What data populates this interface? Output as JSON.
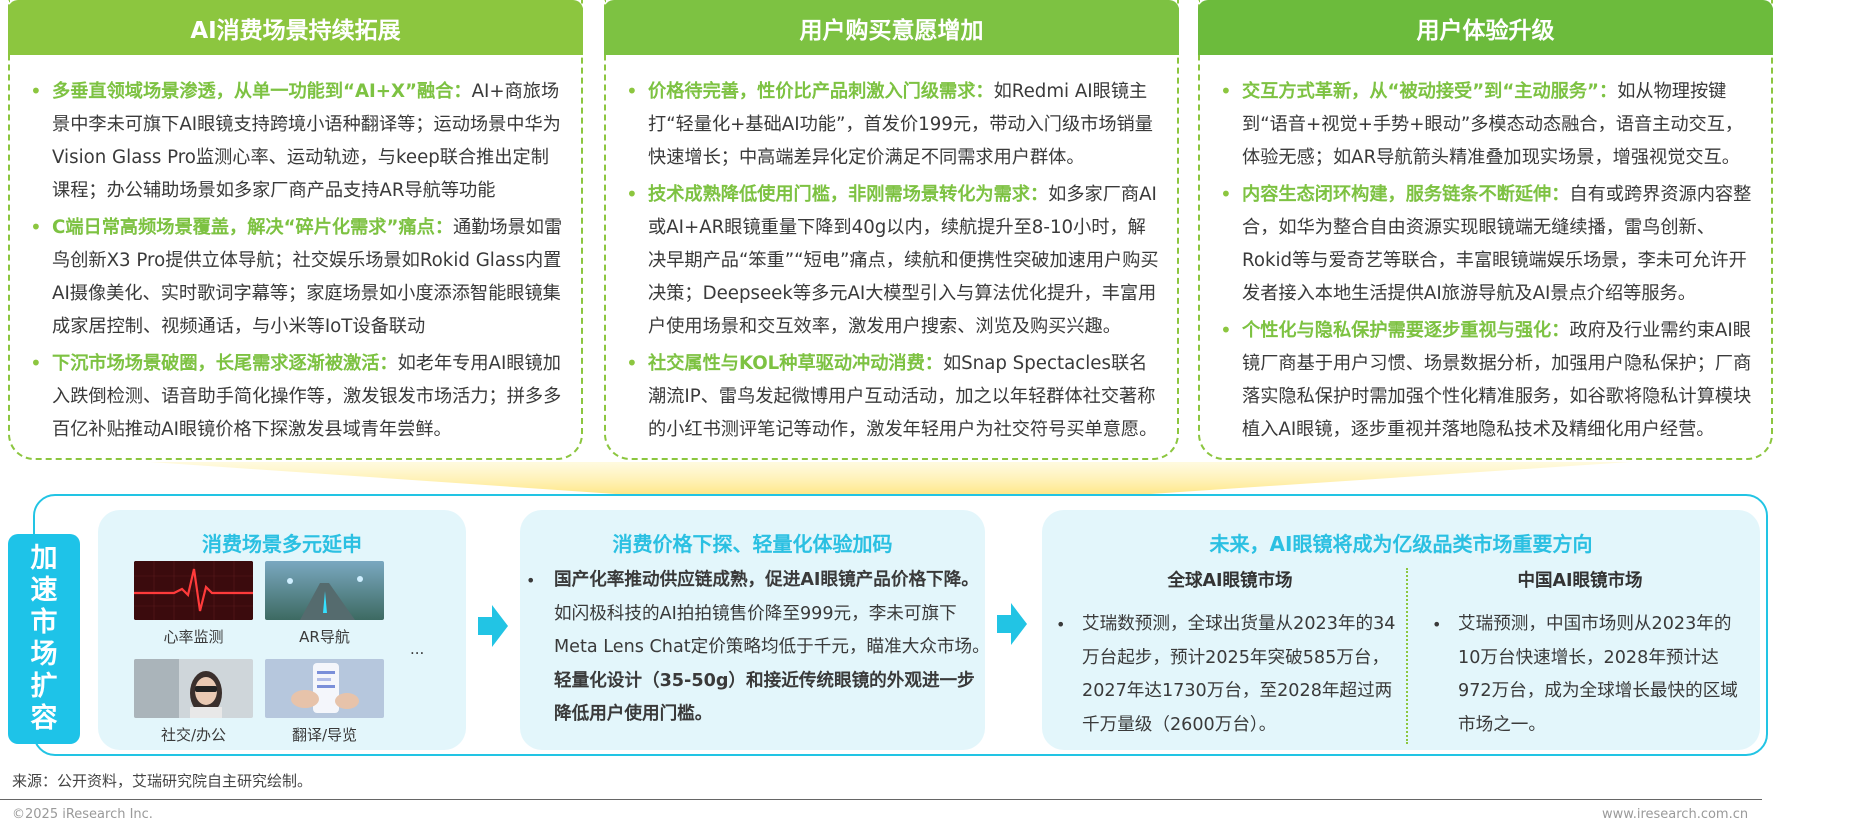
{
  "colors": {
    "green_head": "#8cc63f",
    "cyan": "#22c4e4",
    "highlight": "#7dc242"
  },
  "columns": [
    {
      "title": "AI消费场景持续拓展",
      "bullets": [
        {
          "hl": "多垂直领域场景渗透，从单一功能到“AI+X”融合：",
          "text": "AI+商旅场景中李未可旗下AI眼镜支持跨境小语种翻译等；运动场景中华为Vision Glass Pro监测心率、运动轨迹，与keep联合推出定制课程；办公辅助场景如多家厂商产品支持AR导航等功能"
        },
        {
          "hl": "C端日常高频场景覆盖，解决“碎片化需求”痛点：",
          "text": "通勤场景如雷鸟创新X3 Pro提供立体导航；社交娱乐场景如Rokid Glass内置AI摄像美化、实时歌词字幕等；家庭场景如小度添添智能眼镜集成家居控制、视频通话，与小米等IoT设备联动"
        },
        {
          "hl": "下沉市场场景破圈，长尾需求逐渐被激活：",
          "text": "如老年专用AI眼镜加入跌倒检测、语音助手简化操作等，激发银发市场活力；拼多多百亿补贴推动AI眼镜价格下探激发县域青年尝鲜。"
        }
      ]
    },
    {
      "title": "用户购买意愿增加",
      "bullets": [
        {
          "hl": "价格待完善，性价比产品刺激入门级需求：",
          "text": "如Redmi AI眼镜主打“轻量化+基础AI功能”，首发价199元，带动入门级市场销量快速增长；中高端差异化定价满足不同需求用户群体。"
        },
        {
          "hl": "技术成熟降低使用门槛，非刚需场景转化为需求：",
          "text": "如多家厂商AI或AI+AR眼镜重量下降到40g以内，续航提升至8-10小时，解决早期产品“笨重”“短电”痛点，续航和便携性突破加速用户购买决策；Deepseek等多元AI大模型引入与算法优化提升，丰富用户使用场景和交互效率，激发用户搜索、浏览及购买兴趣。"
        },
        {
          "hl": "社交属性与KOL种草驱动冲动消费：",
          "text": "如Snap Spectacles联名潮流IP、雷鸟发起微博用户互动活动，加之以年轻群体社交著称的小红书测评笔记等动作，激发年轻用户为社交符号买单意愿。"
        }
      ]
    },
    {
      "title": "用户体验升级",
      "bullets": [
        {
          "hl": "交互方式革新，从“被动接受”到“主动服务”：",
          "text": "如从物理按键到“语音+视觉+手势+眼动”多模态动态融合，语音主动交互，体验无感；如AR导航箭头精准叠加现实场景，增强视觉交互。"
        },
        {
          "hl": "内容生态闭环构建，服务链条不断延伸：",
          "text": "自有或跨界资源内容整合，如华为整合自由资源实现眼镜端无缝续播，雷鸟创新、Rokid等与爱奇艺等联合，丰富眼镜端娱乐场景，李未可允许开发者接入本地生活提供AI旅游导航及AI景点介绍等服务。"
        },
        {
          "hl": "个性化与隐私保护需要逐步重视与强化：",
          "text": "政府及行业需约束AI眼镜厂商基于用户习惯、场景数据分析，加强用户隐私保护；厂商落实隐私保护时需加强个性化精准服务，如谷歌将隐私计算模块植入AI眼镜，逐步重视并落地隐私技术及精细化用户经营。"
        }
      ]
    }
  ],
  "side_tab": [
    "加",
    "速",
    "市",
    "场",
    "扩",
    "容"
  ],
  "card1": {
    "title": "消费场景多元延申",
    "thumbs": [
      "心率监测",
      "AR导航",
      "社交/办公",
      "翻译/导览"
    ],
    "more": "..."
  },
  "card2": {
    "title": "消费价格下探、轻量化体验加码",
    "bold1": "国产化率推动供应链成熟，促进AI眼镜产品价格下降。",
    "text1": "如闪极科技的AI拍拍镜售价降至999元，李未可旗下Meta Lens Chat定价策略均低于千元，瞄准大众市场。",
    "bold2": "轻量化设计（35-50g）和接近传统眼镜的外观进一步降低用户使用门槛。"
  },
  "card3": {
    "title": "未来，AI眼镜将成为亿级品类市场重要方向",
    "global_title": "全球AI眼镜市场",
    "global_text": "艾瑞数预测，全球出货量从2023年的34万台起步，预计2025年突破585万台，2027年达1730万台，至2028年超过两千万量级（2600万台）。",
    "china_title": "中国AI眼镜市场",
    "china_text": "艾瑞预测，中国市场则从2023年的10万台快速增长，2028年预计达972万台，成为全球增长最快的区域市场之一。"
  },
  "bullet_char": "•",
  "footer": {
    "source": "来源：公开资料，艾瑞研究院自主研究绘制。",
    "copyright": "©2025 iResearch Inc.",
    "site": "www.iresearch.com.cn"
  }
}
